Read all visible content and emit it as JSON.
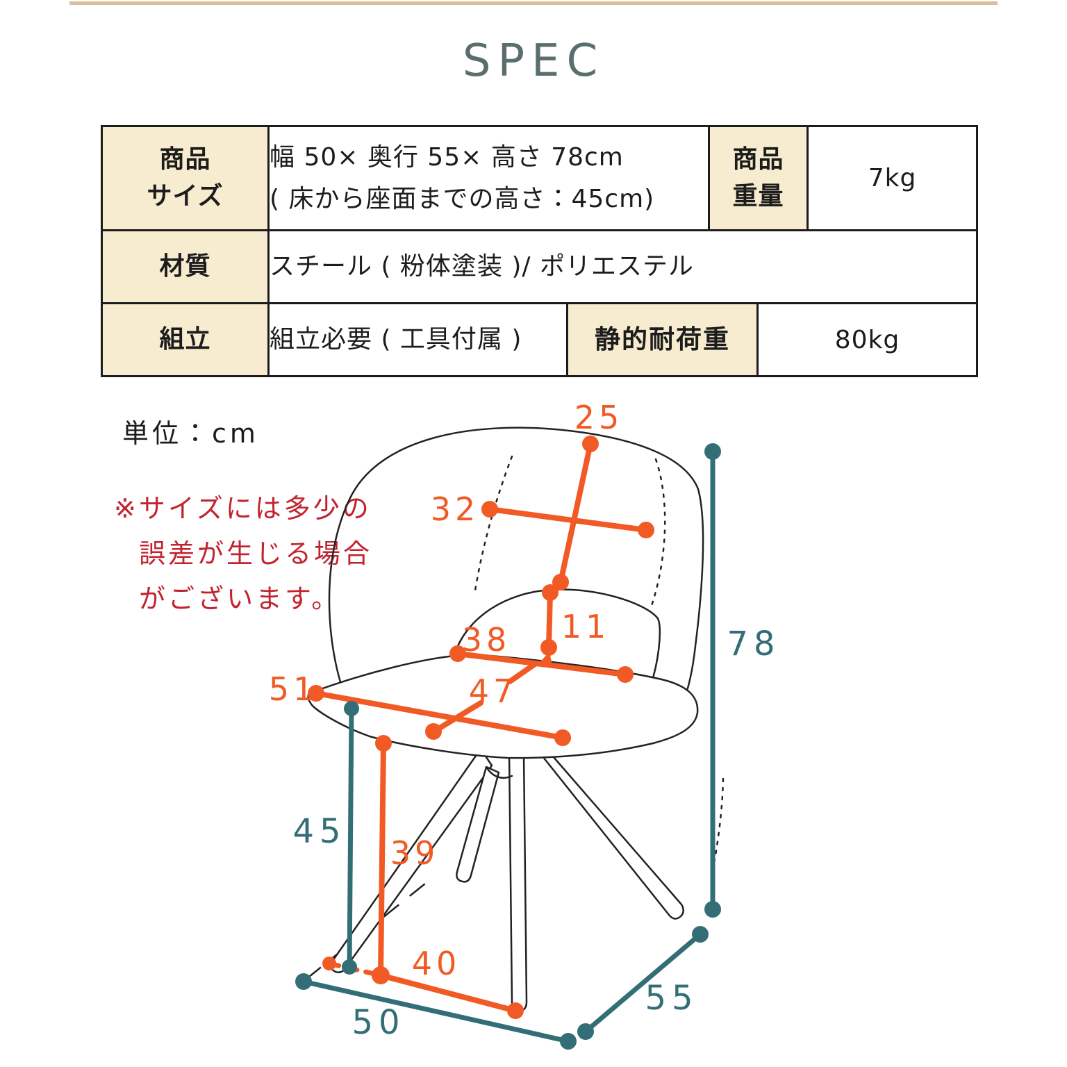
{
  "header": {
    "title": "SPEC",
    "title_color": "#5b6e6e",
    "top_rule_color": "#d9c09a"
  },
  "spec_table": {
    "header_bg": "#f8ecd0",
    "row1": {
      "label_line1": "商品",
      "label_line2": "サイズ",
      "size_line1": "幅 50× 奥行 55× 高さ 78cm",
      "size_line2": "( 床から座面までの高さ：45cm)",
      "weight_label_line1": "商品",
      "weight_label_line2": "重量",
      "weight_value": "7kg"
    },
    "row2": {
      "label": "材質",
      "value": "スチール ( 粉体塗装 )/ ポリエステル"
    },
    "row3": {
      "label": "組立",
      "value": "組立必要 ( 工具付属 )",
      "load_label": "静的耐荷重",
      "load_value": "80kg"
    }
  },
  "diagram": {
    "unit_label": "単位：cm",
    "note_line1": "※サイズには多少の",
    "note_line2": "誤差が生じる場合",
    "note_line3": "がございます。",
    "note_color": "#c2232e",
    "accent_orange": "#f15a24",
    "accent_teal": "#336e77",
    "dims": {
      "backrest_height": "25",
      "backrest_width": "32",
      "lumbar_height": "11",
      "seat_rear_width": "38",
      "seat_depth": "47",
      "seat_front_width": "51",
      "total_height": "78",
      "seat_height": "45",
      "leg_height": "39",
      "foot_span": "40",
      "base_width": "50",
      "base_depth": "55"
    }
  }
}
